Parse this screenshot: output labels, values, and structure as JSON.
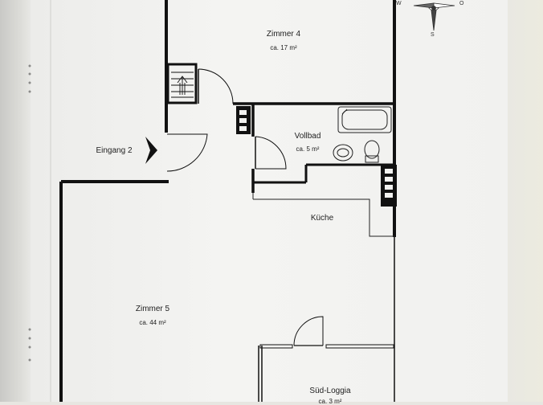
{
  "rooms": {
    "zimmer4": {
      "name": "Zimmer 4",
      "area": "ca. 17 m²"
    },
    "vollbad": {
      "name": "Vollbad",
      "area": "ca. 5 m²"
    },
    "kueche": {
      "name": "Küche"
    },
    "zimmer5": {
      "name": "Zimmer 5",
      "area": "ca. 44 m²"
    },
    "loggia": {
      "name": "Süd-Loggia",
      "area": "ca. 3 m²"
    }
  },
  "entrance": {
    "label": "Eingang 2"
  },
  "compass": {
    "west": "W",
    "east": "O",
    "south": "S"
  },
  "colors": {
    "wall": "#111111",
    "paper": "#f2f2f0"
  }
}
